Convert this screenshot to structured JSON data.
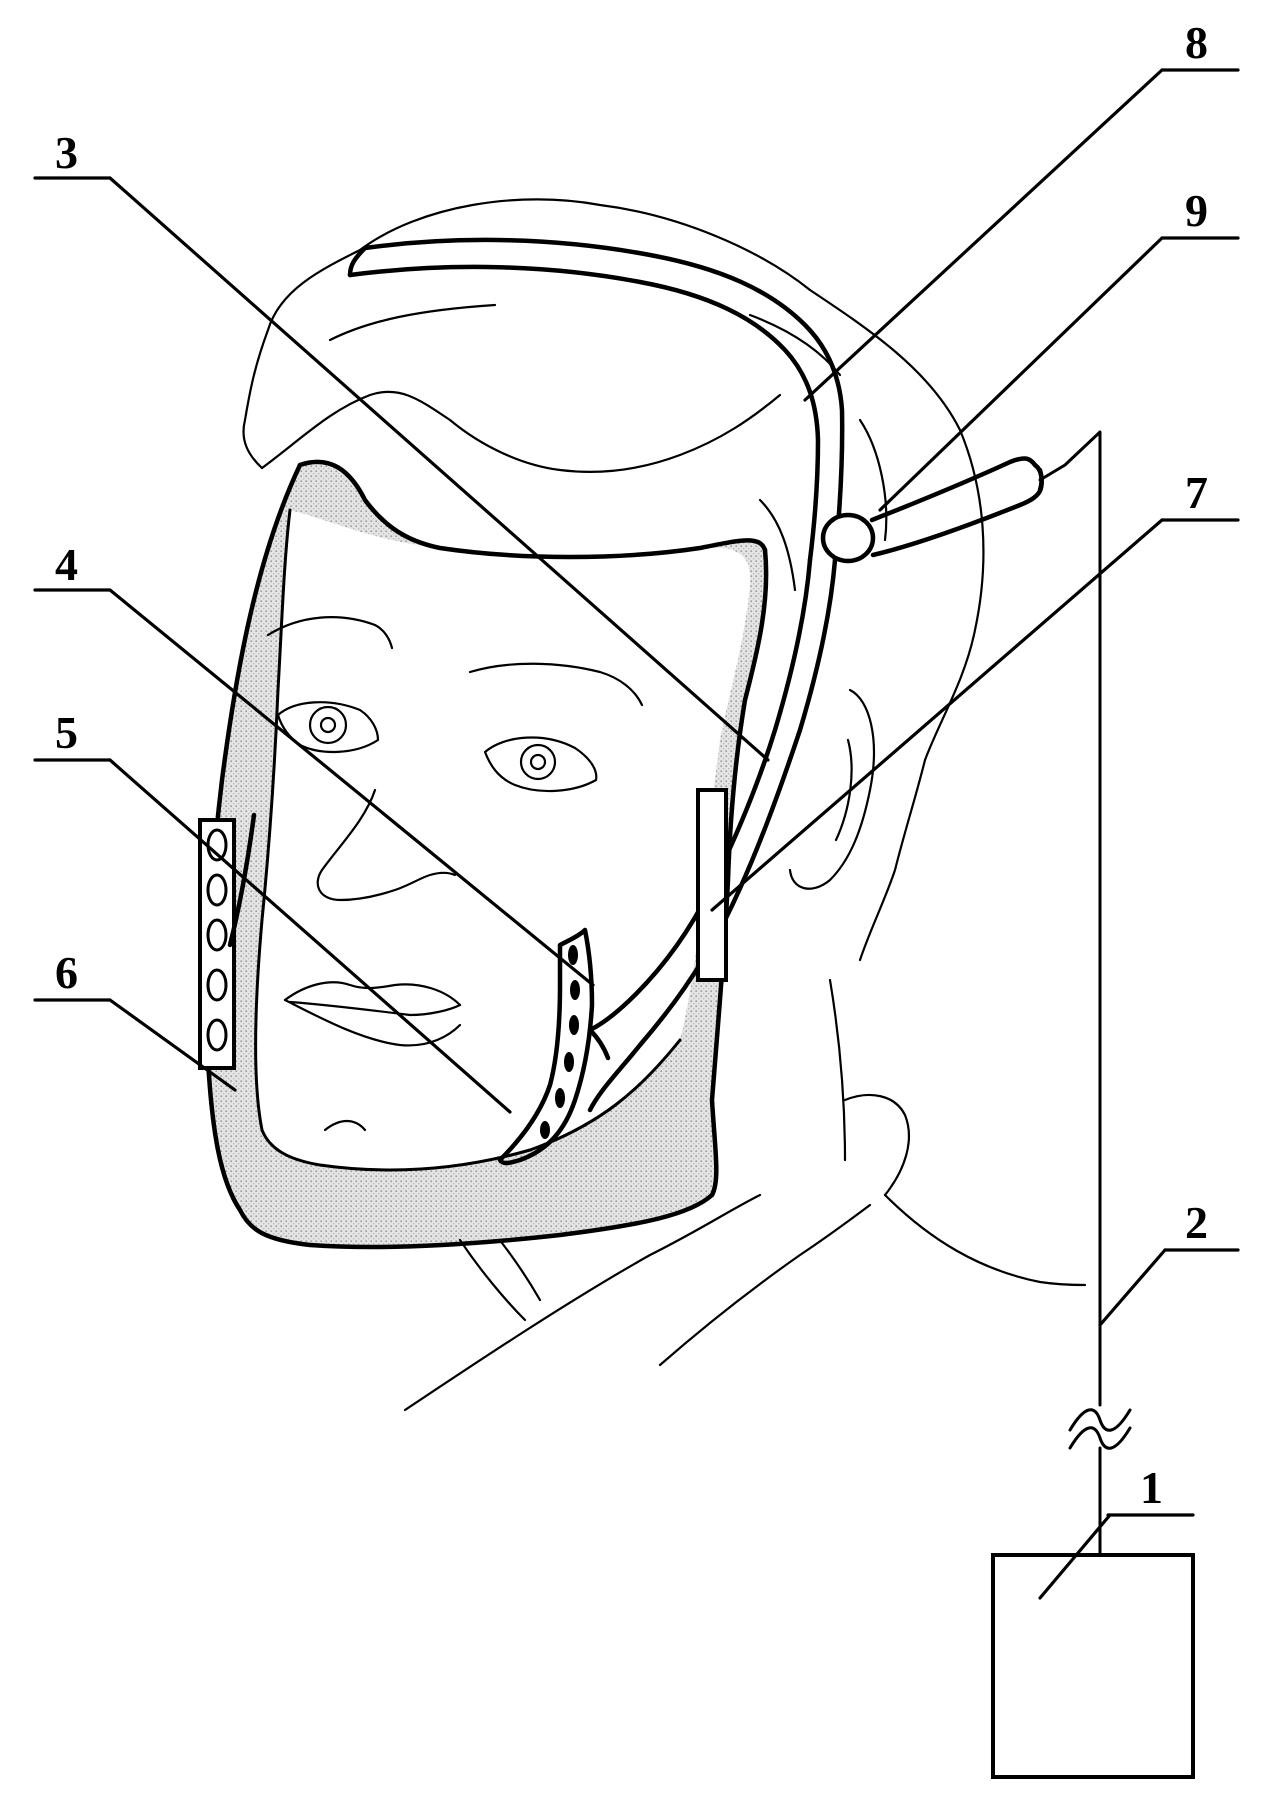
{
  "figure": {
    "reference_labels": [
      "1",
      "2",
      "3",
      "4",
      "5",
      "6",
      "7",
      "8",
      "9"
    ],
    "colors": {
      "line": "#000000",
      "background": "#ffffff",
      "shield_shading": "#d9d9d9",
      "shield_shading_dark": "#bdbdbd"
    }
  }
}
